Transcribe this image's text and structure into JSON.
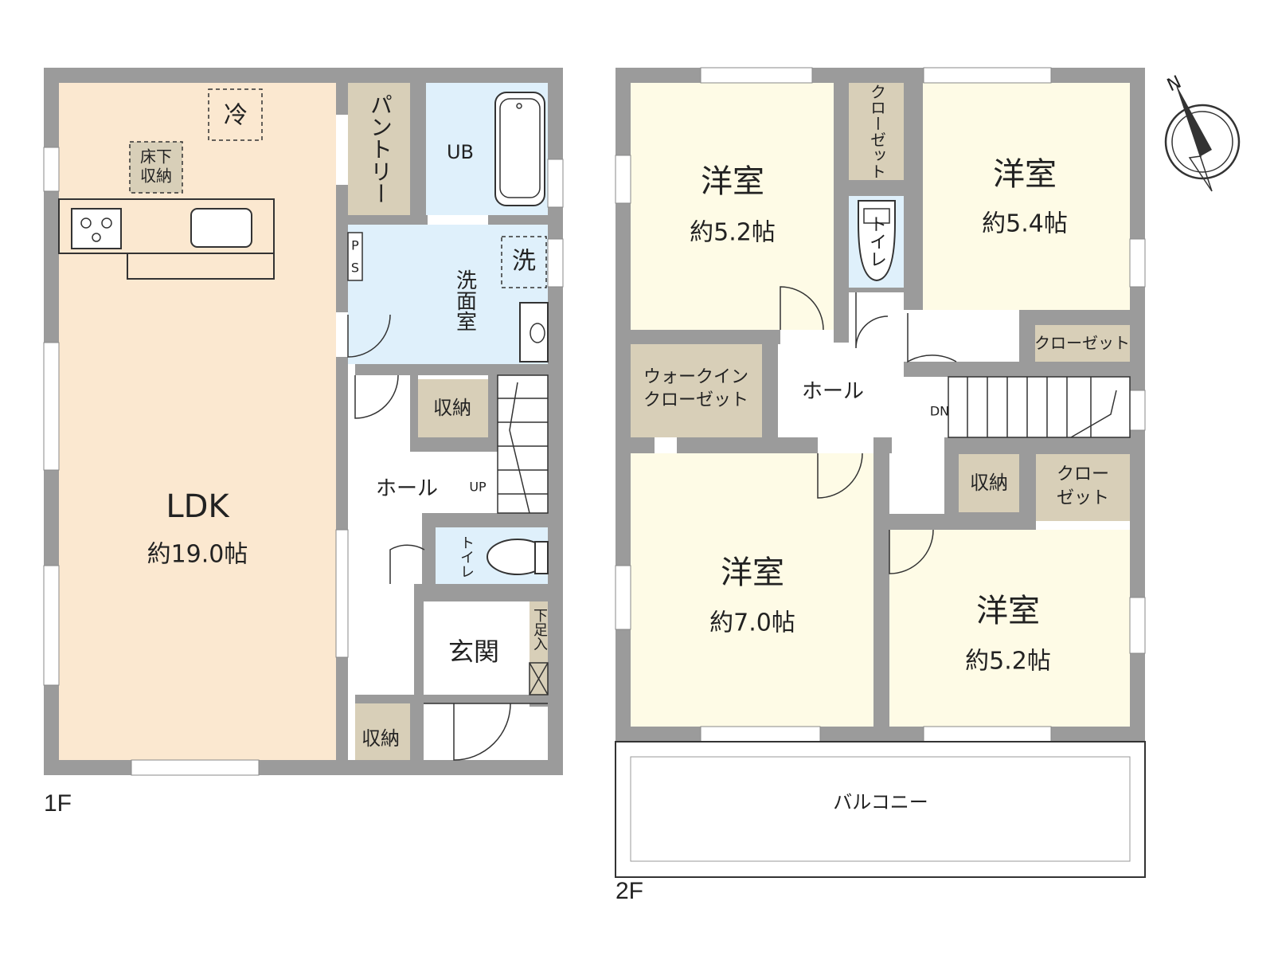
{
  "floor_1": {
    "label": "1F",
    "ldk": {
      "name": "LDK",
      "size": "約19.0帖"
    },
    "fridge": "冷",
    "underfloor_storage": [
      "床下",
      "収納"
    ],
    "pantry": "パントリー",
    "bath": "UB",
    "pipe_space": [
      "P",
      "S"
    ],
    "washer": "洗",
    "washroom": "洗面室",
    "hall": "ホール",
    "storage_hall": "収納",
    "stairs_up": "UP",
    "toilet": "トイレ",
    "entrance": "玄関",
    "shoe_box": "下足入",
    "storage_bottom": "収納"
  },
  "floor_2": {
    "label": "2F",
    "room_nw": {
      "name": "洋室",
      "size": "約5.2帖"
    },
    "room_ne": {
      "name": "洋室",
      "size": "約5.4帖"
    },
    "room_sw": {
      "name": "洋室",
      "size": "約7.0帖"
    },
    "room_se": {
      "name": "洋室",
      "size": "約5.2帖"
    },
    "closet_top": "クローゼット",
    "toilet": "トイレ",
    "closet_ne": "クローゼット",
    "walk_in_closet": [
      "ウォークイン",
      "クローゼット"
    ],
    "hall": "ホール",
    "stairs_down": "DN",
    "storage": "収納",
    "closet_se": [
      "クロー",
      "ゼット"
    ],
    "balcony": "バルコニー"
  },
  "compass": {
    "label": "N"
  },
  "colors": {
    "wall": "#9b9b9b",
    "ldk": "#fbe8d0",
    "wet_area": "#dff0fb",
    "bedroom": "#fefbe6",
    "storage": "#d8cfb8",
    "line": "#333333"
  }
}
